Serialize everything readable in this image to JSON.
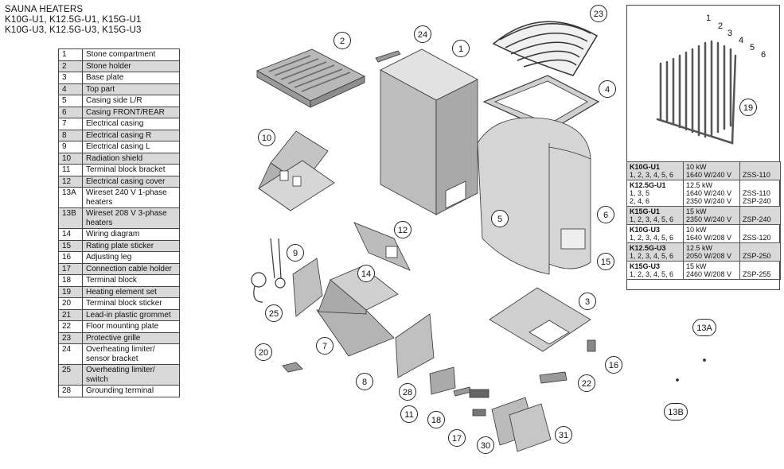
{
  "title": {
    "line1": "SAUNA HEATERS",
    "line2": "K10G-U1, K12.5G-U1, K15G-U1",
    "line3": "K10G-U3, K12.5G-U3, K15G-U3"
  },
  "parts": [
    {
      "no": "1",
      "desc": "Stone compartment"
    },
    {
      "no": "2",
      "desc": "Stone holder"
    },
    {
      "no": "3",
      "desc": "Base plate"
    },
    {
      "no": "4",
      "desc": "Top part"
    },
    {
      "no": "5",
      "desc": "Casing side L/R"
    },
    {
      "no": "6",
      "desc": "Casing FRONT/REAR"
    },
    {
      "no": "7",
      "desc": "Electrical casing"
    },
    {
      "no": "8",
      "desc": "Electrical casing R"
    },
    {
      "no": "9",
      "desc": "Electrical casing L"
    },
    {
      "no": "10",
      "desc": "Radiation shield"
    },
    {
      "no": "11",
      "desc": "Terminal block bracket"
    },
    {
      "no": "12",
      "desc": "Electrical casing cover"
    },
    {
      "no": "13A",
      "desc": "Wireset 240 V 1-phase heaters"
    },
    {
      "no": "13B",
      "desc": "Wireset 208 V 3-phase heaters"
    },
    {
      "no": "14",
      "desc": "Wiring diagram"
    },
    {
      "no": "15",
      "desc": "Rating plate sticker"
    },
    {
      "no": "16",
      "desc": "Adjusting leg"
    },
    {
      "no": "17",
      "desc": "Connection cable holder"
    },
    {
      "no": "18",
      "desc": "Terminal block"
    },
    {
      "no": "19",
      "desc": "Heating element set"
    },
    {
      "no": "20",
      "desc": "Terminal block sticker"
    },
    {
      "no": "21",
      "desc": "Lead-in plastic grommet"
    },
    {
      "no": "22",
      "desc": "Floor mounting plate"
    },
    {
      "no": "23",
      "desc": "Protective grille"
    },
    {
      "no": "24",
      "desc": "Overheating limiter/ sensor bracket"
    },
    {
      "no": "25",
      "desc": "Overheating limiter/ switch"
    },
    {
      "no": "28",
      "desc": "Grounding terminal"
    }
  ],
  "models": [
    {
      "model": "K10G-U1",
      "elements": "1, 2, 3, 4, 5, 6",
      "power": "10 kW",
      "detail": "1640 W/240 V",
      "code": "ZSS-110"
    },
    {
      "model": "K12.5G-U1",
      "elements": "1, 3, 5",
      "elements2": "2, 4, 6",
      "power": "12.5 kW",
      "detail": "1640 W/240 V",
      "detail2": "2350 W/240 V",
      "code": "ZSS-110",
      "code2": "ZSP-240"
    },
    {
      "model": "K15G-U1",
      "elements": "1, 2, 3, 4, 5, 6",
      "power": "15 kW",
      "detail": "2350 W/240 V",
      "code": "ZSP-240"
    },
    {
      "model": "K10G-U3",
      "elements": "1, 2, 3, 4, 5, 6",
      "power": "10 kW",
      "detail": "1640 W/208 V",
      "code": "ZSS-120"
    },
    {
      "model": "K12.5G-U3",
      "elements": "1, 2, 3, 4, 5, 6",
      "power": "12.5 kW",
      "detail": "2050 W/208 V",
      "code": "ZSP-250"
    },
    {
      "model": "K15G-U3",
      "elements": "1, 2, 3, 4, 5, 6",
      "power": "15 kW",
      "detail": "2460 W/208 V",
      "code": "ZSP-255"
    }
  ],
  "element_labels": [
    "1",
    "2",
    "3",
    "4",
    "5",
    "6",
    "19"
  ],
  "callouts": {
    "c1": "1",
    "c2": "2",
    "c3": "3",
    "c4": "4",
    "c5": "5",
    "c6": "6",
    "c7": "7",
    "c8": "8",
    "c9": "9",
    "c10": "10",
    "c11": "11",
    "c12": "12",
    "c13a": "13A",
    "c13b": "13B",
    "c14": "14",
    "c15": "15",
    "c16": "16",
    "c17": "17",
    "c18": "18",
    "c20": "20",
    "c22": "22",
    "c23": "23",
    "c24": "24",
    "c25": "25",
    "c28": "28",
    "c30": "30",
    "c31": "31"
  }
}
